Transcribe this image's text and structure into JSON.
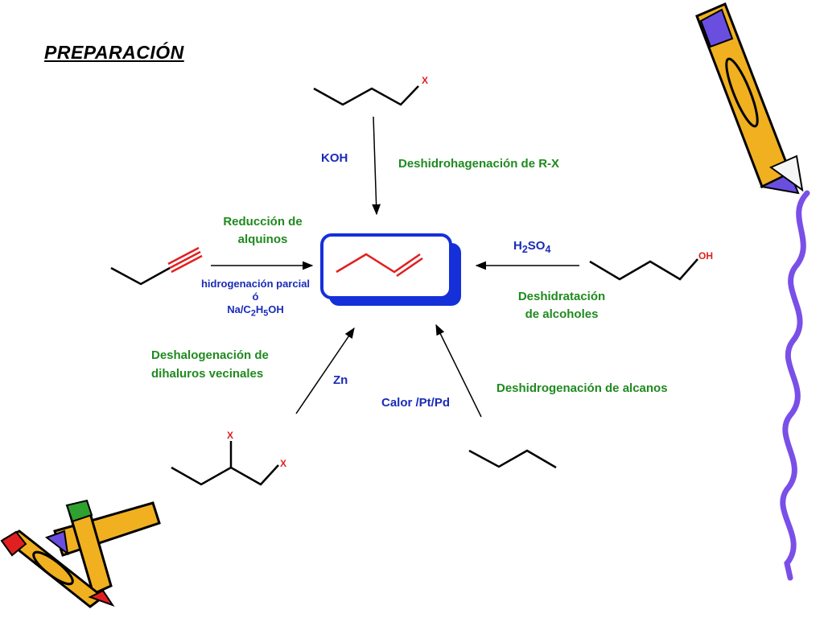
{
  "title": "PREPARACIÓN",
  "colors": {
    "green": "#1f8a1f",
    "blue": "#1a2bb8",
    "red": "#e02020",
    "box": "#1530d8"
  },
  "molecule_labels": {
    "x_top": "X",
    "oh": "OH",
    "x_left_1": "X",
    "x_left_2": "X"
  },
  "top": {
    "reagent": "KOH",
    "reaction": "Deshidrohagenación de R-X"
  },
  "left": {
    "reaction_line1": "Reducción de",
    "reaction_line2": "alquinos",
    "reagent_line1": "hidrogenación parcial",
    "reagent_line2": "ó",
    "reagent_line3_a": "Na/C",
    "reagent_line3_sub1": "2",
    "reagent_line3_b": "H",
    "reagent_line3_sub2": "5",
    "reagent_line3_c": "OH"
  },
  "right": {
    "reagent_a": "H",
    "reagent_sub1": "2",
    "reagent_b": "SO",
    "reagent_sub2": "4",
    "reaction_line1": "Deshidratación",
    "reaction_line2": "de alcoholes"
  },
  "bottom_left": {
    "reaction_line1": "Deshalogenación de",
    "reaction_line2": "dihaluros vecinales",
    "reagent": "Zn"
  },
  "bottom_right": {
    "reagent": "Calor /Pt/Pd",
    "reaction": "Deshidrogenación de alcanos"
  }
}
